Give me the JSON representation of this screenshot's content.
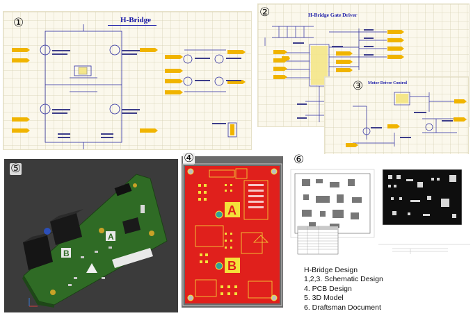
{
  "panels": {
    "hbridge": {
      "badge": "①",
      "title": "H-Bridge"
    },
    "gate_driver": {
      "badge": "②",
      "title": "H-Bridge Gate Driver"
    },
    "motor_control": {
      "badge": "③",
      "title": "Motor Driver Control"
    },
    "model_3d": {
      "badge": "⑤",
      "labels": [
        "A",
        "B"
      ]
    },
    "pcb": {
      "badge": "④",
      "labels": [
        "A",
        "B"
      ]
    },
    "draftsman": {
      "badge": "⑥"
    }
  },
  "legend": {
    "lines": [
      "H-Bridge Design",
      "1,2,3. Schematic Design",
      "4. PCB Design",
      "5. 3D Model",
      "6. Draftsman Document"
    ]
  },
  "colors": {
    "schematic_bg": "#fbf8ec",
    "schematic_title": "#1a1aa8",
    "net_label": "#f0b400",
    "pcb_red": "#e0201c",
    "pcb_board_green": "#2f6b25",
    "pcb_silk_yellow": "#f4e13a"
  }
}
